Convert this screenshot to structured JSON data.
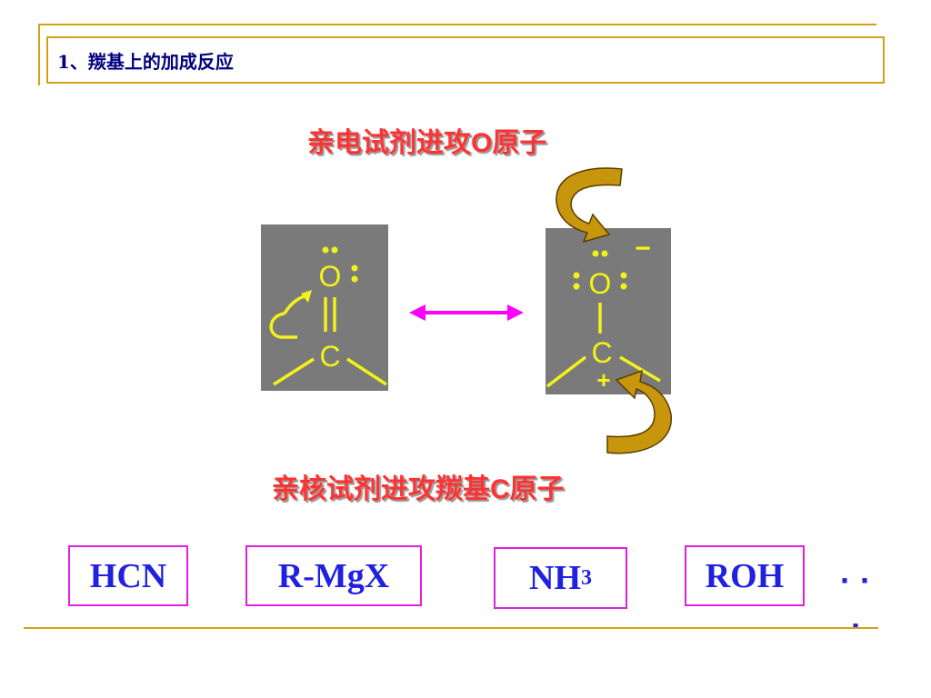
{
  "slide": {
    "title": "1、羰基上的加成反应"
  },
  "captions": {
    "electrophile_prefix": "亲电试剂进攻",
    "electrophile_atom": "O",
    "electrophile_suffix": "原子",
    "nucleophile_prefix": "亲核试剂进攻羰基",
    "nucleophile_atom": "C",
    "nucleophile_suffix": "原子"
  },
  "structures": {
    "left": {
      "oxygen": "O",
      "carbon": "C"
    },
    "right": {
      "oxygen": "O",
      "carbon": "C",
      "negative": "−",
      "positive": "+"
    }
  },
  "reagents": {
    "items": [
      {
        "label": "HCN"
      },
      {
        "label": "R-MgX"
      },
      {
        "label": "NH",
        "sub": "3"
      },
      {
        "label": "ROH"
      }
    ],
    "ellipsis_top": "· ·",
    "ellipsis_bottom": "·"
  },
  "colors": {
    "accent_gold": "#d4a017",
    "caption_red": "#ff3333",
    "reagent_blue": "#2020e0",
    "reagent_border": "#e020e0",
    "structure_bg": "#7a7a7a",
    "structure_fg": "#f2f21a",
    "resonance_arrow": "#ff00ff",
    "curved_arrow": "#c8960c"
  }
}
